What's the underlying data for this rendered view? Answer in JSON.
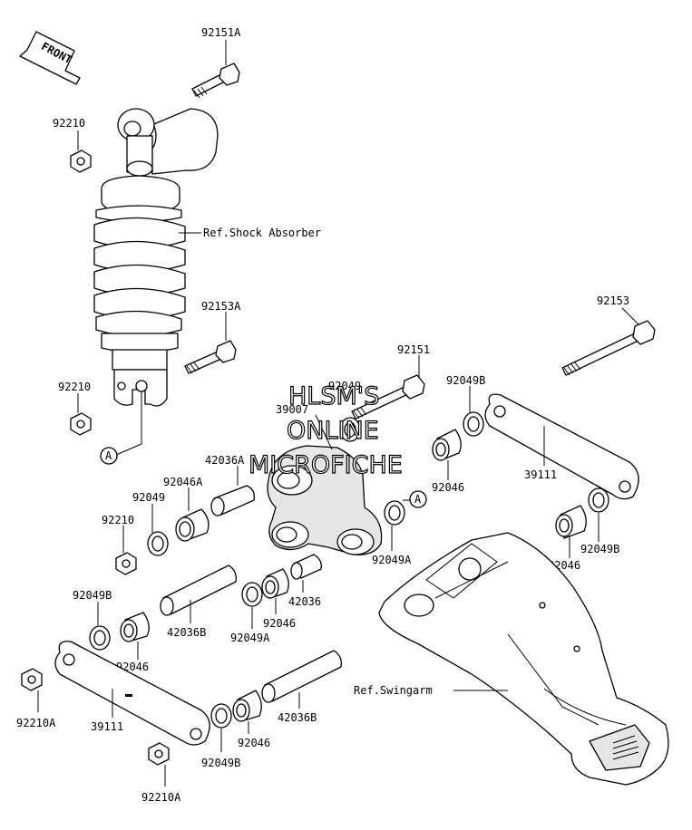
{
  "front_label": "FRONT",
  "watermark": [
    "HLSM'S",
    "ONLINE",
    "MICROFICHE"
  ],
  "references": {
    "shock": "Ref.Shock Absorber",
    "swingarm": "Ref.Swingarm"
  },
  "callout_letter": "A",
  "parts": {
    "bolt_top": "92151A",
    "nut_top": "92210",
    "bolt_shock_lower": "92153A",
    "nut_shock_lower": "92210",
    "bolt_long": "92153",
    "bolt_mid": "92151",
    "seal_92049_top": "92049",
    "rocker": "39007",
    "collar_42036A": "42036A",
    "bearing_92046A": "92046A",
    "seal_92049_left": "92049",
    "nut_left": "92210",
    "seal_92049B_top": "92049B",
    "bearing_92046_top": "92046",
    "rod_39111_right": "39111",
    "seal_92049A_right": "92049A",
    "seal_92049B_right": "92049B",
    "bearing_92046_right": "92046",
    "seal_92049B_left": "92049B",
    "bearing_92046_left": "92046",
    "collar_42036B_left": "42036B",
    "seal_92049A_mid": "92049A",
    "bearing_92046_mid": "92046",
    "collar_42036_mid": "42036",
    "nut_92210A_top": "92210A",
    "rod_39111_left": "39111",
    "collar_42036B_bottom": "42036B",
    "bearing_92046_bottom": "92046",
    "seal_92049B_bottom": "92049B",
    "nut_92210A_bottom": "92210A"
  }
}
